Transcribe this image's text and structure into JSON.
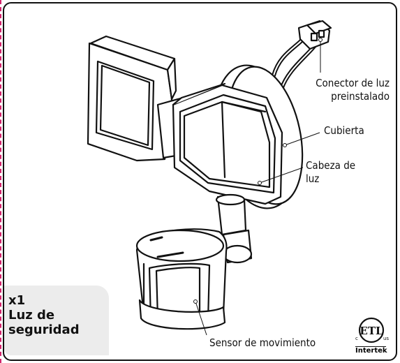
{
  "labels": {
    "connector_line1": "Conector de luz",
    "connector_line2": "preinstalado",
    "cover": "Cubierta",
    "head_line1": "Cabeza de",
    "head_line2": "luz",
    "sensor": "Sensor de movimiento"
  },
  "quantity": {
    "count": "x1",
    "name_line1": "Luz de",
    "name_line2": "seguridad"
  },
  "certification": {
    "mark": "ETL",
    "left_mark": "c",
    "right_mark": "us",
    "brand": "Intertek"
  },
  "colors": {
    "outline": "#111111",
    "dashed_edge": "#d2246b",
    "qty_background": "#ececec"
  }
}
